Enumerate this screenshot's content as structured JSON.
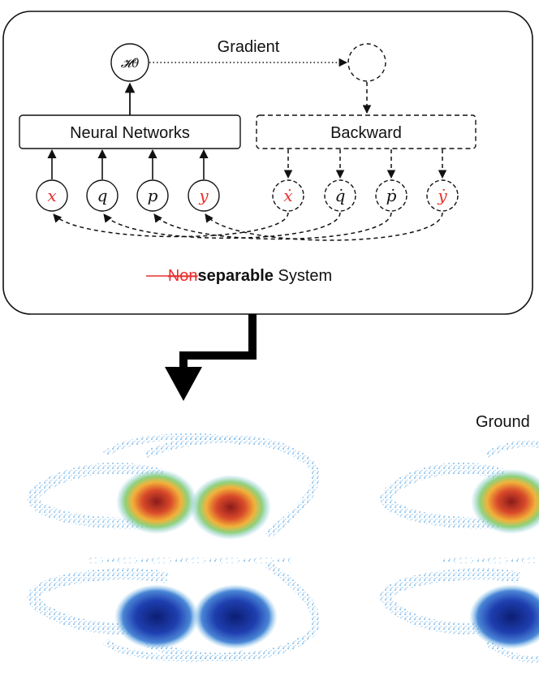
{
  "top_panel": {
    "gradient_label": "Gradient",
    "hamiltonian_label": "𝓗θ",
    "neural_networks_label": "Neural Networks",
    "backward_label": "Backward",
    "system_strike": "Non",
    "system_bold": "separable",
    "system_rest": " System",
    "strike_color": "#e8302f"
  },
  "inputs": [
    {
      "label": "x",
      "color": "#e8302f"
    },
    {
      "label": "q",
      "color": "#111111"
    },
    {
      "label": "p",
      "color": "#111111"
    },
    {
      "label": "y",
      "color": "#e8302f"
    }
  ],
  "outputs": [
    {
      "label": "ẋ",
      "color": "#e8302f"
    },
    {
      "label": "q̇",
      "color": "#111111"
    },
    {
      "label": "ṗ",
      "color": "#111111"
    },
    {
      "label": "ẏ",
      "color": "#e8302f"
    }
  ],
  "bottom": {
    "ground_truth_label": "Ground"
  }
}
